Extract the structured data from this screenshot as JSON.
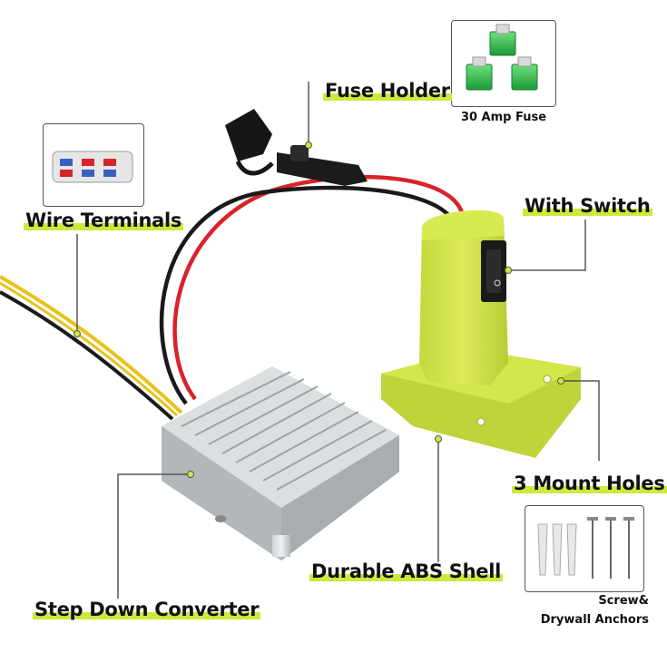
{
  "labels": {
    "fuse_holder": "Fuse Holder",
    "wire_terminals": "Wire Terminals",
    "with_switch": "With Switch",
    "mount_holes": "3 Mount Holes",
    "abs_shell": "Durable ABS Shell",
    "step_down": "Step Down Converter"
  },
  "captions": {
    "fuse": "30 Amp Fuse",
    "screw_line1": "Screw&",
    "screw_line2": "Drywall Anchors"
  },
  "colors": {
    "highlight": "#cfe83c",
    "shell": "#d3e64a",
    "wire_red": "#d8232a",
    "wire_black": "#1a1a1a",
    "wire_yellow": "#e8c21a",
    "fuse_green": "#2fb54a"
  }
}
